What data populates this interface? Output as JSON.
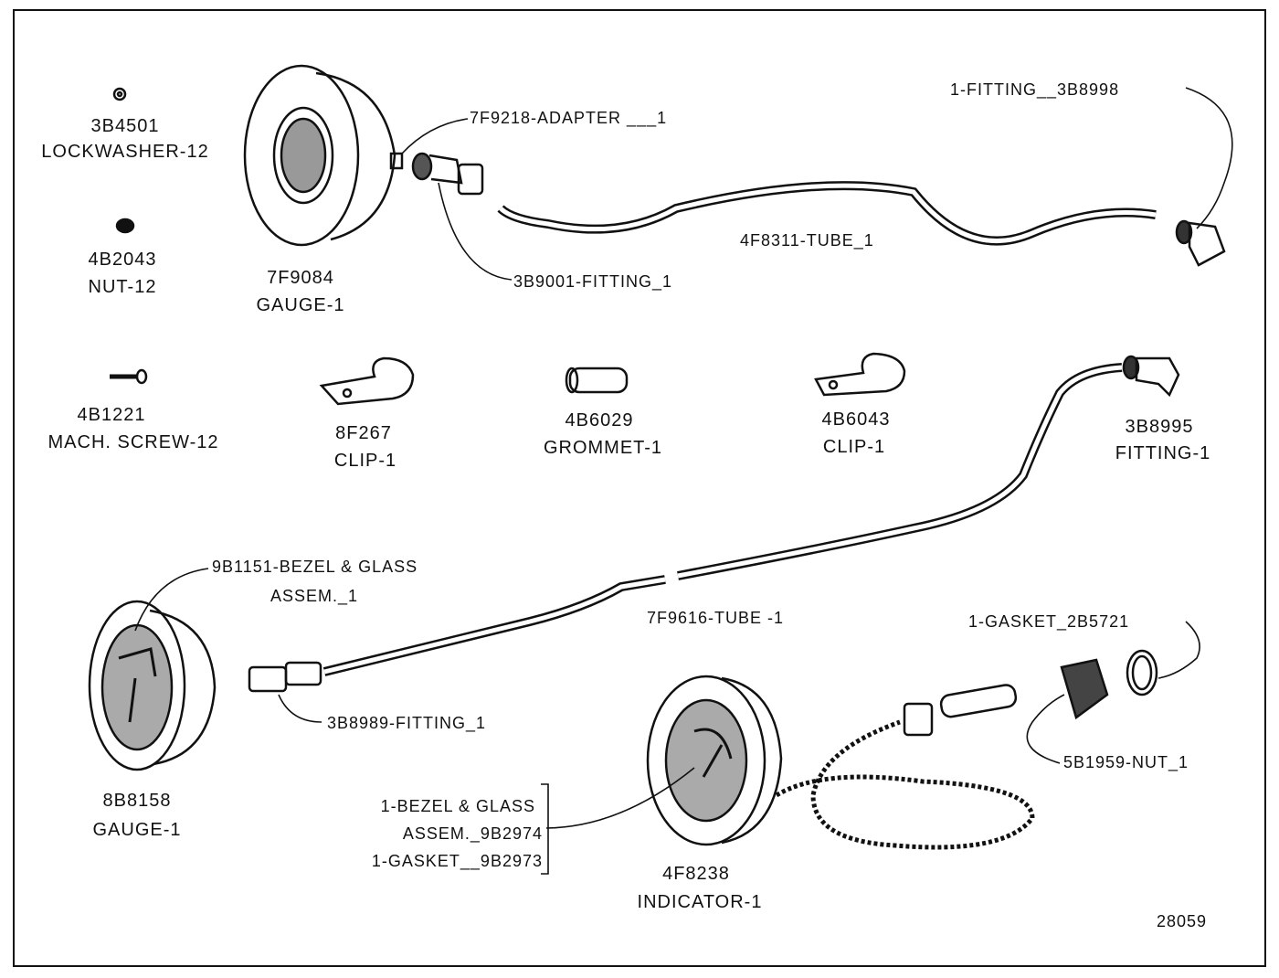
{
  "figure_number": "28059",
  "parts": {
    "lockwasher": {
      "number": "3B4501",
      "name": "LOCKWASHER-12"
    },
    "nut": {
      "number": "4B2043",
      "name": "NUT-12"
    },
    "screw": {
      "number": "4B1221",
      "name": "MACH. SCREW-12"
    },
    "gauge_top": {
      "number": "7F9084",
      "name": "GAUGE-1"
    },
    "clip_8f267": {
      "number": "8F267",
      "name": "CLIP-1"
    },
    "grommet": {
      "number": "4B6029",
      "name": "GROMMET-1"
    },
    "clip_4b6043": {
      "number": "4B6043",
      "name": "CLIP-1"
    },
    "fitting_3b8995": {
      "number": "3B8995",
      "name": "FITTING-1"
    },
    "gauge_bottom": {
      "number": "8B8158",
      "name": "GAUGE-1"
    },
    "indicator": {
      "number": "4F8238",
      "name": "INDICATOR-1"
    }
  },
  "callouts": {
    "adapter": "7F9218-ADAPTER ___1",
    "fitting_top_right": "1-FITTING__3B8998",
    "tube_top": "4F8311-TUBE_1",
    "fitting_3b9001": "3B9001-FITTING_1",
    "bezel_line1": "9B1151-BEZEL & GLASS",
    "bezel_line2": "ASSEM._1",
    "tube_bottom": "7F9616-TUBE -1",
    "fitting_3b8989": "3B8989-FITTING_1",
    "gasket": "1-GASKET_2B5721",
    "nut_5b1959": "5B1959-NUT_1",
    "indicator_bezel_line1": "1-BEZEL & GLASS",
    "indicator_bezel_line2": "ASSEM._9B2974",
    "indicator_gasket": "1-GASKET__9B2973"
  }
}
